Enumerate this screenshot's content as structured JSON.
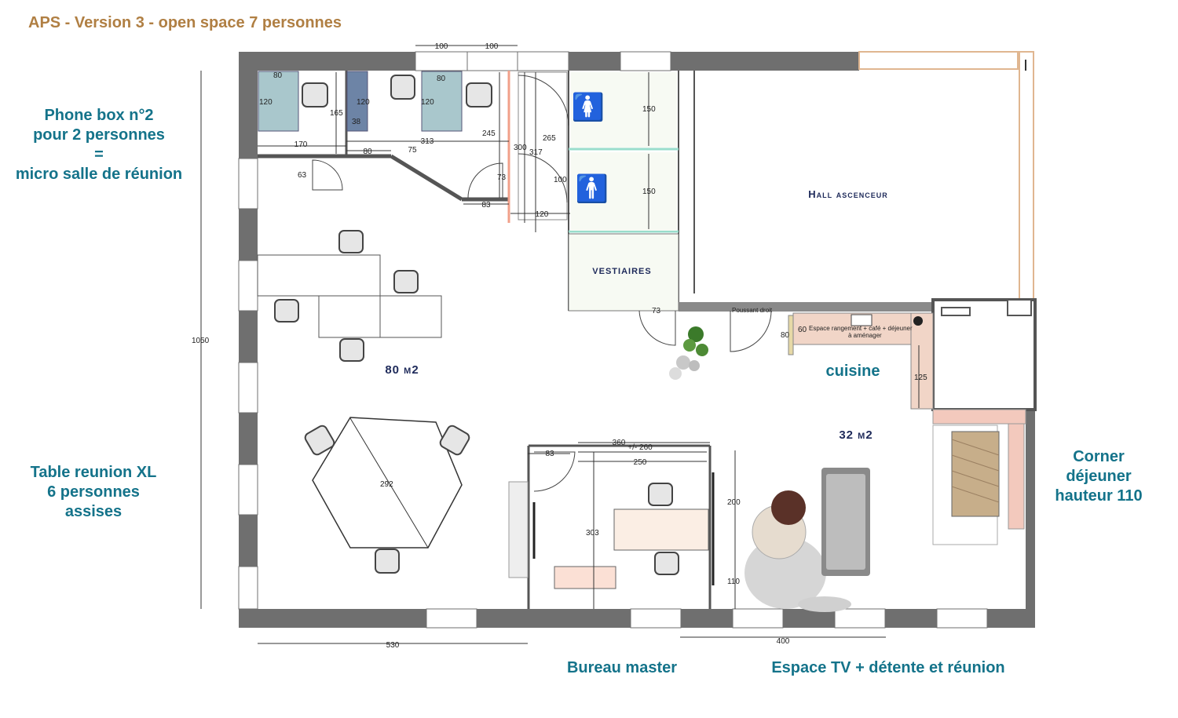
{
  "title": "APS - Version 3 - open space 7 personnes",
  "callouts": {
    "phone_box": [
      "Phone box n°2",
      "pour 2 personnes",
      "=",
      "micro salle de réunion"
    ],
    "table_reunion": [
      "Table reunion XL",
      "6 personnes",
      "assises"
    ],
    "corner": [
      "Corner",
      "déjeuner",
      "hauteur 110"
    ],
    "bureau_master": "Bureau master",
    "espace_tv": "Espace TV + détente et réunion"
  },
  "rooms": {
    "hall": "Hall ascenceur",
    "vestiaires": "VESTIAIRES",
    "cuisine": "cuisine",
    "area_80": "80 m2",
    "area_32": "32 m2"
  },
  "labels": {
    "poussant": "Poussant droit",
    "espace_rangement_1": "Espace rangement + café + déjeuner",
    "espace_rangement_2": "à aménager"
  },
  "dimensions": {
    "d100a": "100",
    "d100b": "100",
    "d80a": "80",
    "d120a": "120",
    "d165": "165",
    "d120b": "120",
    "d38": "38",
    "d80b": "80",
    "d120c": "120",
    "d170": "170",
    "d80c": "80",
    "d75": "75",
    "d313": "313",
    "d245": "245",
    "d300": "300",
    "d317": "317",
    "d265": "265",
    "d63": "63",
    "d73a": "73",
    "d83a": "83",
    "d100c": "100",
    "d120d": "120",
    "d150a": "150",
    "d150b": "150",
    "d1050": "1050",
    "d73b": "73",
    "d80d": "80",
    "d60": "60",
    "d125": "125",
    "d292": "292",
    "d360": "360",
    "d260": "+/- 260",
    "d83b": "83",
    "d250": "250",
    "d200": "200",
    "d303": "303",
    "d110": "110",
    "d530": "530",
    "d400": "400"
  },
  "colors": {
    "title": "#b07f43",
    "callout": "#14738a",
    "room_text": "#1e2a5a",
    "wall": "#6f6f6f",
    "phone_box": "#a9c7cc",
    "counter": "#f1d5c7"
  }
}
